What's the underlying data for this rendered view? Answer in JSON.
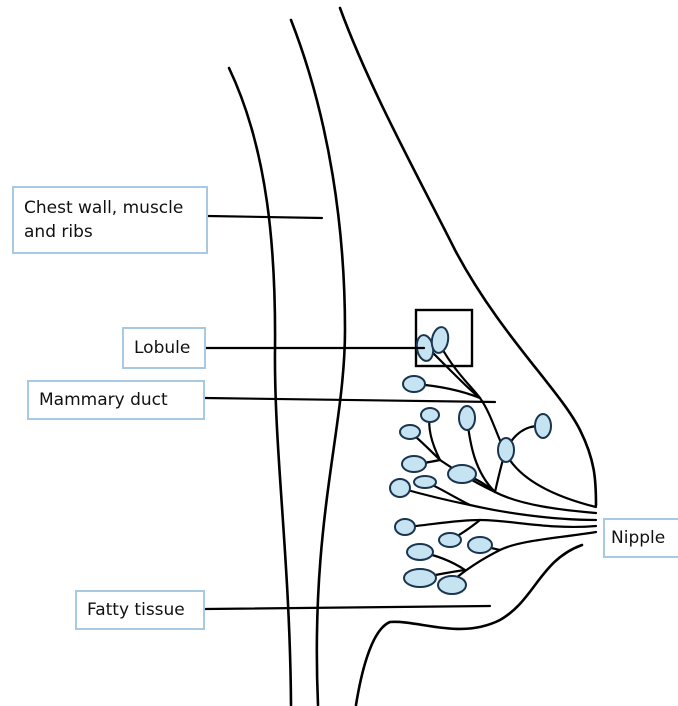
{
  "labels": {
    "chest_wall": "Chest wall, muscle and ribs",
    "lobule": "Lobule",
    "mammary_duct": "Mammary duct",
    "nipple": "Nipple",
    "fatty_tissue": "Fatty tissue"
  },
  "colors": {
    "outline": "#000000",
    "lobule_fill": "#c6e3f2",
    "lobule_stroke": "#1a3550",
    "label_border": "#a9c9e2",
    "text": "#111111"
  }
}
